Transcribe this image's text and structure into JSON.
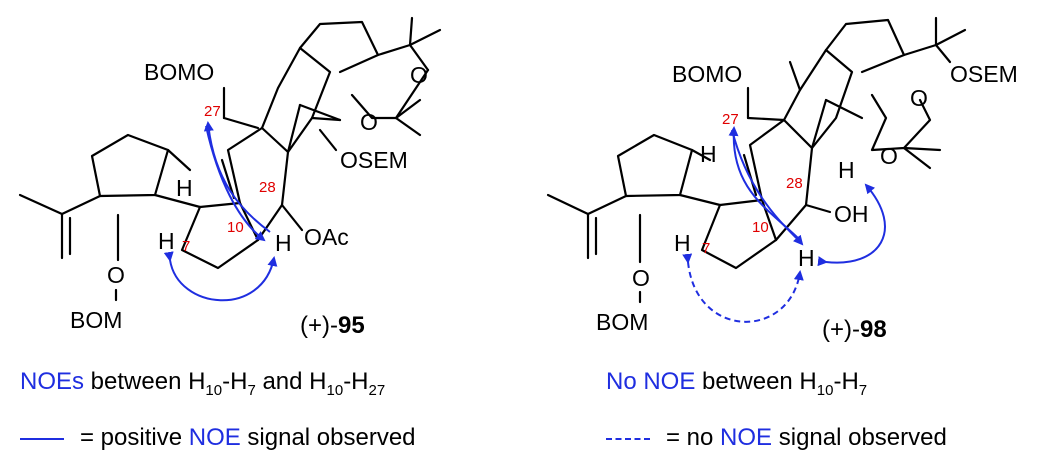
{
  "left": {
    "groups": {
      "bomo": "BOMO",
      "osem": "OSEM",
      "oac": "OAc",
      "bom": "BOM",
      "o_ether": "O",
      "o_acetal1": "O",
      "o_acetal2": "O"
    },
    "hydrogens": {
      "h_ring": "H",
      "h7": "H",
      "h10": "H"
    },
    "numbers": {
      "c27": "27",
      "c28": "28",
      "c10": "10",
      "c7": "7"
    },
    "compound": {
      "prefix": "(+)-",
      "number": "95"
    }
  },
  "right": {
    "groups": {
      "bomo": "BOMO",
      "osem": "OSEM",
      "oh": "OH",
      "bom": "BOM",
      "o_ether": "O",
      "o_acetal1": "O",
      "o_acetal2": "O"
    },
    "hydrogens": {
      "h_ring": "H",
      "h28": "H",
      "h7": "H",
      "h10": "H"
    },
    "numbers": {
      "c27": "27",
      "c28": "28",
      "c10": "10",
      "c7": "7"
    },
    "compound": {
      "prefix": "(+)-",
      "number": "98"
    }
  },
  "captions": {
    "left_noe": {
      "highlight": "NOEs",
      "text_a": " between H",
      "sub_a": "10",
      "text_b": "-H",
      "sub_b": "7",
      "text_c": " and H",
      "sub_c": "10",
      "text_d": "-H",
      "sub_d": "27"
    },
    "right_noe": {
      "highlight": "No NOE",
      "text_a": " between H",
      "sub_a": "10",
      "text_b": "-H",
      "sub_b": "7"
    },
    "legend_solid": {
      "text_a": "= positive ",
      "highlight": "NOE",
      "text_b": " signal observed"
    },
    "legend_dashed": {
      "text_a": "= no ",
      "highlight": "NOE",
      "text_b": " signal observed"
    }
  },
  "colors": {
    "noe_arrow": "#1f2ee0",
    "atom_number": "#e00000",
    "bond": "#000000"
  }
}
